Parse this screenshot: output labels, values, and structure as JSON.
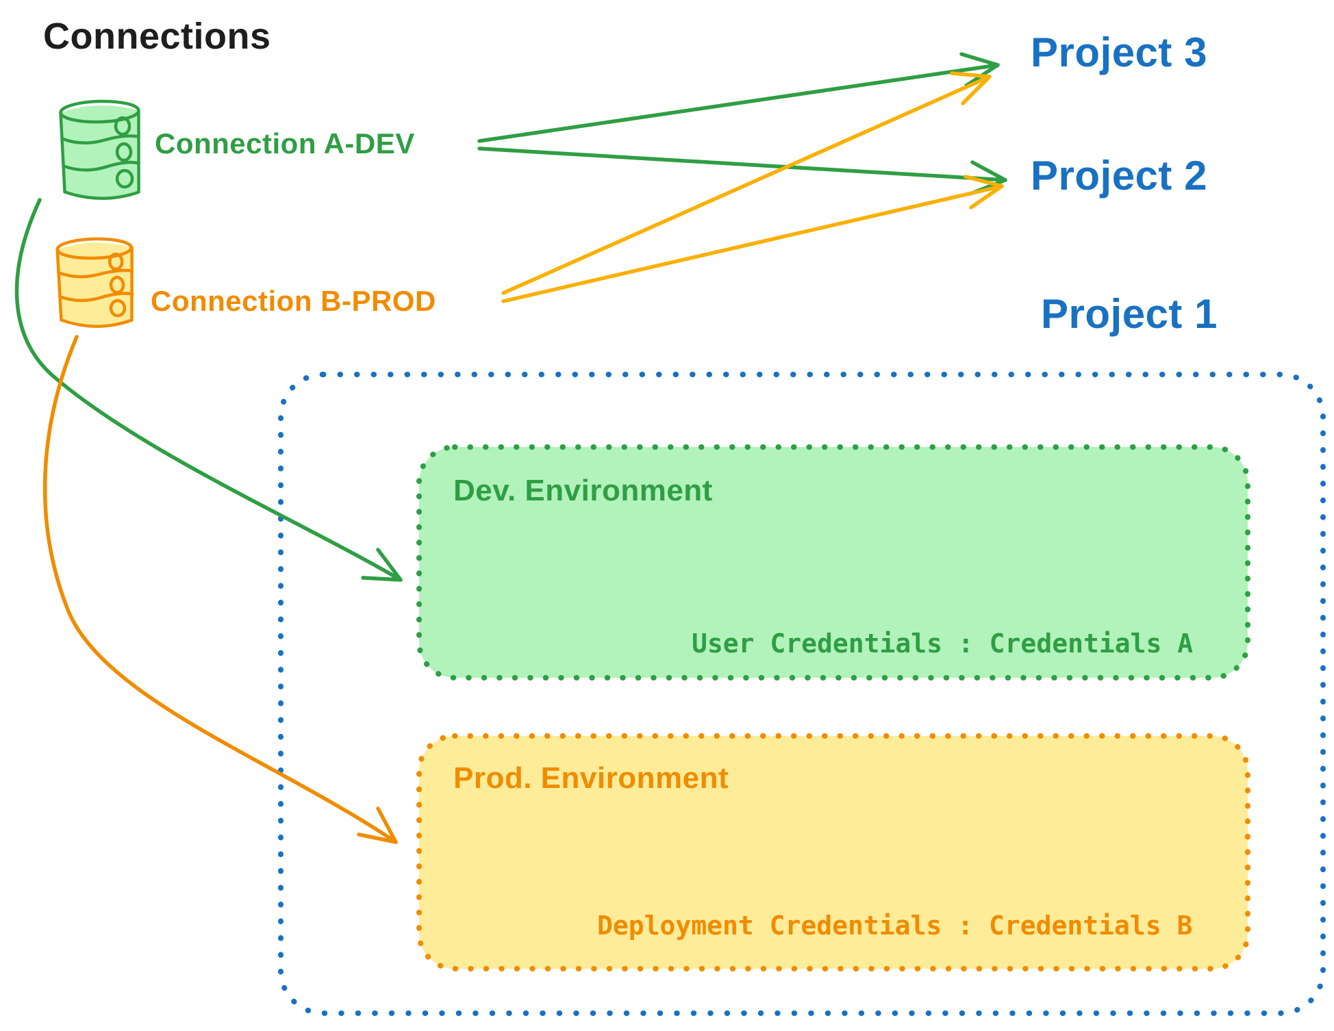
{
  "title": "Connections",
  "connections": {
    "a_dev": {
      "label": "Connection A-DEV",
      "icon": "database-icon"
    },
    "b_prod": {
      "label": "Connection B-PROD",
      "icon": "database-icon"
    }
  },
  "projects": {
    "p3": {
      "label": "Project 3"
    },
    "p2": {
      "label": "Project 2"
    },
    "p1": {
      "label": "Project 1"
    }
  },
  "environments": {
    "dev": {
      "title": "Dev. Environment",
      "credentials": "User Credentials : Credentials A"
    },
    "prod": {
      "title": "Prod. Environment",
      "credentials": "Deployment Credentials : Credentials B"
    }
  },
  "colors": {
    "ink": "#1e1e1e",
    "blue": "#1971c2",
    "green": "#2f9e44",
    "green_fill": "#b2f2bb",
    "orange": "#f08c00",
    "orange_fill": "#ffec99",
    "arrow_orange": "#fab005",
    "canvas": "#ffffff"
  }
}
